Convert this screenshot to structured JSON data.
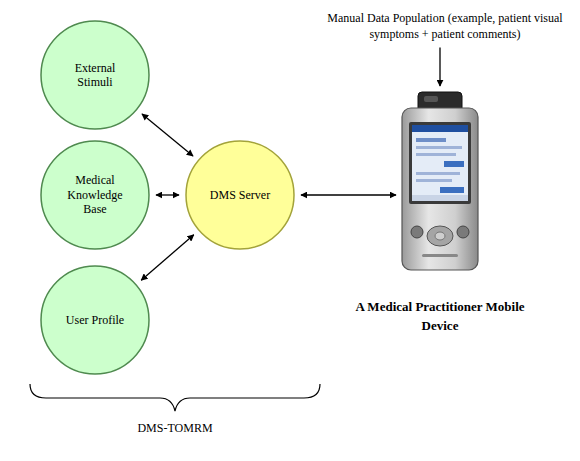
{
  "diagram": {
    "nodes": [
      {
        "text": [
          "External Stimuli"
        ]
      },
      {
        "text": [
          "Medical Knowledge Base"
        ]
      },
      {
        "text": [
          "User Profile"
        ]
      },
      {
        "text": [
          "DMS Server"
        ]
      },
      {
        "text": [
          "A Medical Practitioner Mobile Device"
        ]
      }
    ],
    "edges": [
      {
        "from": 0,
        "to": 3,
        "arrow": "both"
      },
      {
        "from": 1,
        "to": 3,
        "arrow": "both"
      },
      {
        "from": 2,
        "to": 3,
        "arrow": "both"
      },
      {
        "from": 3,
        "to": 4,
        "arrow": "both"
      }
    ],
    "labels": [
      "Manual Data Population (example, patient visual symptoms + patient comments)",
      "DMS-TOMRM"
    ]
  }
}
